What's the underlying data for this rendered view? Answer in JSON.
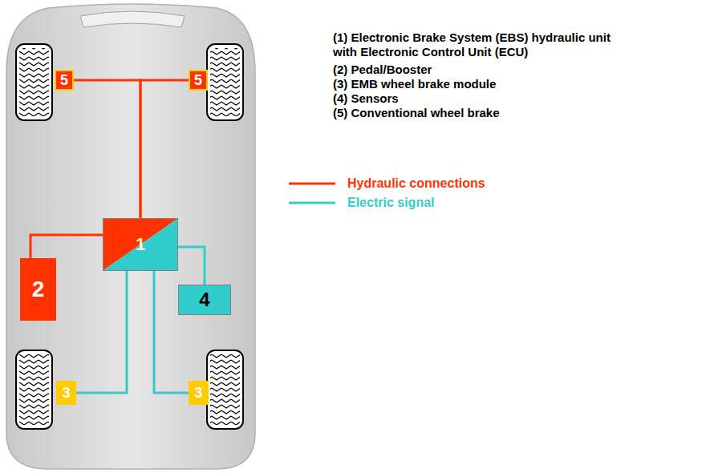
{
  "diagram": {
    "nodes": [
      {
        "text": [
          "5"
        ]
      },
      {
        "text": [
          "5"
        ]
      },
      {
        "text": [
          "1"
        ]
      },
      {
        "text": [
          "2"
        ]
      },
      {
        "text": [
          "4"
        ]
      },
      {
        "text": [
          "3"
        ]
      },
      {
        "text": [
          "3"
        ]
      }
    ],
    "edges": [
      {
        "from": 2,
        "to": 0,
        "arrow": "none"
      },
      {
        "from": 2,
        "to": 1,
        "arrow": "none"
      },
      {
        "from": 3,
        "to": 2,
        "arrow": "none"
      },
      {
        "from": 2,
        "to": 4,
        "arrow": "none"
      },
      {
        "from": 2,
        "to": 5,
        "arrow": "none"
      },
      {
        "from": 2,
        "to": 6,
        "arrow": "none"
      }
    ],
    "labels": [
      "(1) Electronic Brake System (EBS) hydraulic unit with Electronic Control Unit (ECU)",
      "(2) Pedal/Booster",
      "(3) EMB wheel brake module",
      "(4) Sensors",
      "(5) Conventional wheel brake"
    ],
    "legend": [
      {
        "text": "Hydraulic connections"
      },
      {
        "text": "Electric signal"
      }
    ]
  }
}
